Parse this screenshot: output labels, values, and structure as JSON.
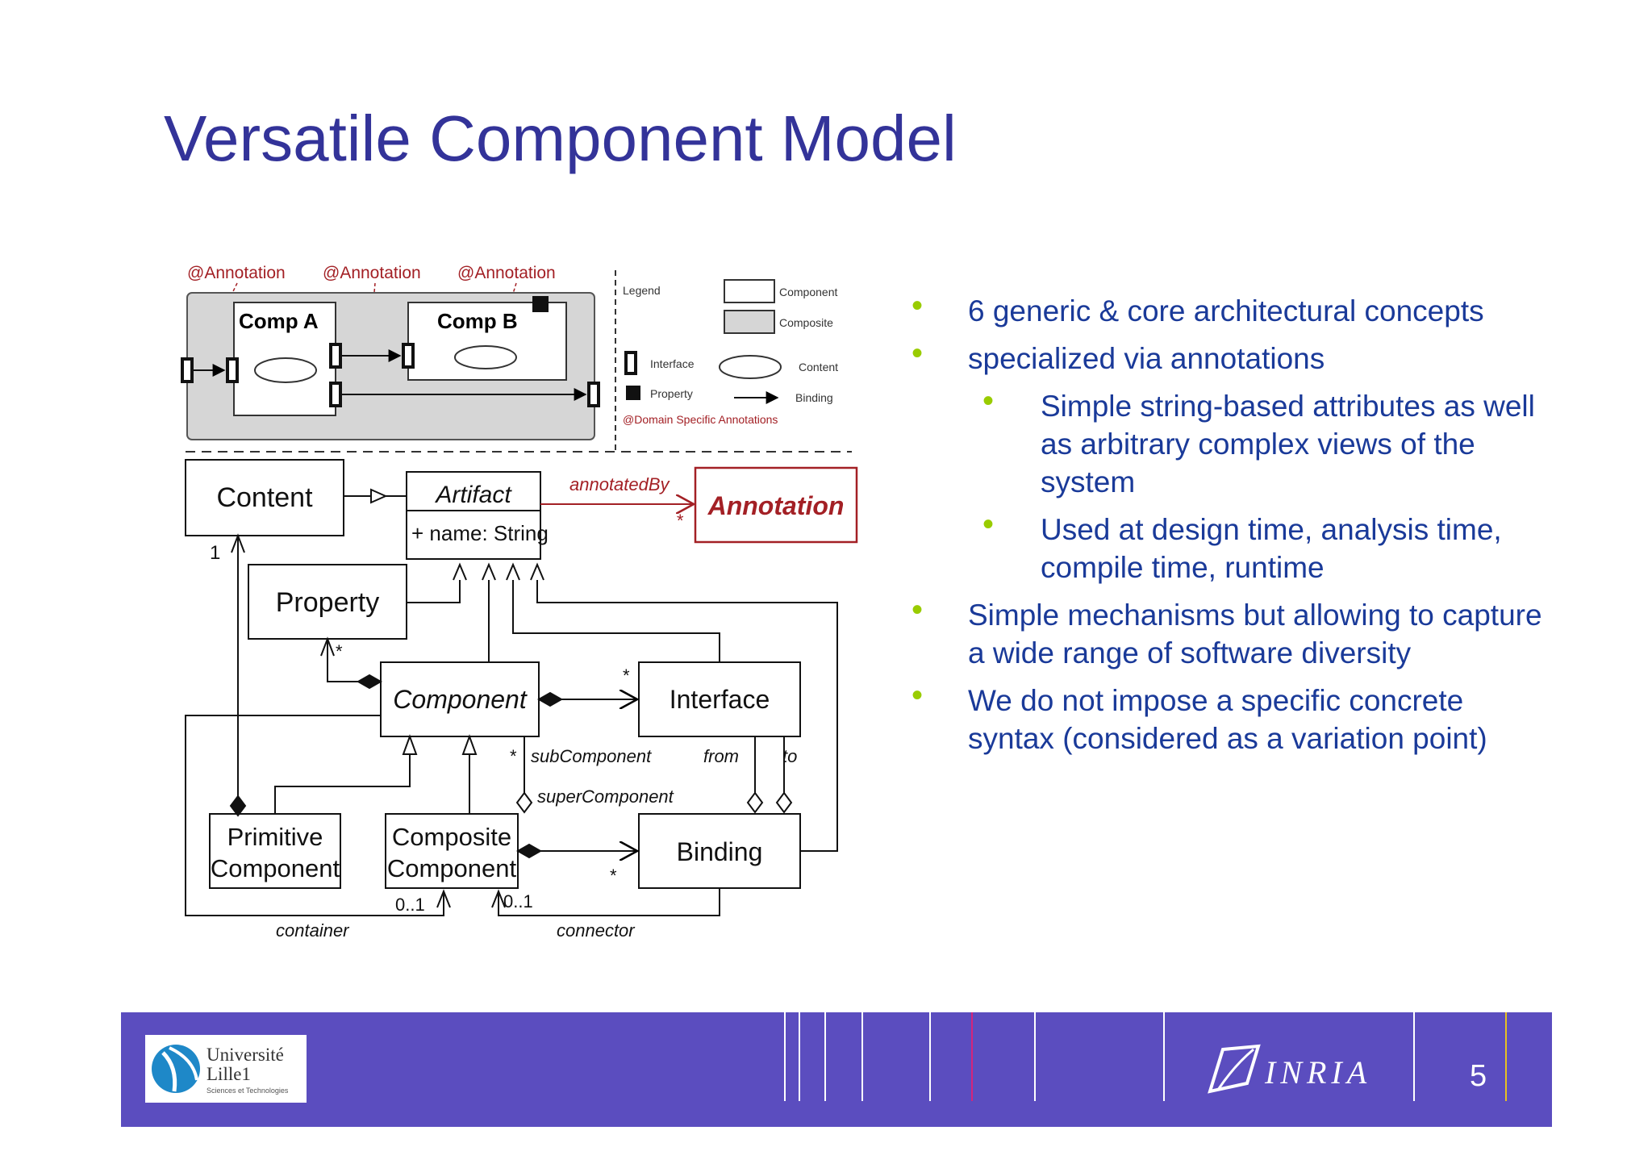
{
  "slide": {
    "title": "Versatile Component Model",
    "page_number": "5"
  },
  "bullets": [
    {
      "level": 1,
      "text": "6 generic & core architectural concepts"
    },
    {
      "level": 1,
      "text": "specialized via annotations"
    },
    {
      "level": 2,
      "text": "Simple string-based attributes as well as arbitrary complex views of the system"
    },
    {
      "level": 2,
      "text": "Used at design time, analysis time, compile time, runtime"
    },
    {
      "level": 1,
      "text": "Simple mechanisms but allowing to capture a wide range of software diversity"
    },
    {
      "level": 1,
      "text": "We do not impose a specific concrete syntax (considered as a variation point)"
    }
  ],
  "diagram": {
    "annotation_labels": [
      "@Annotation",
      "@Annotation",
      "@Annotation"
    ],
    "comp_a": "Comp A",
    "comp_b": "Comp B",
    "legend": {
      "title": "Legend",
      "component": "Component",
      "composite": "Composite",
      "interface": "Interface",
      "content": "Content",
      "property": "Property",
      "binding": "Binding",
      "domain": "@Domain Specific Annotations"
    },
    "classes": {
      "content": "Content",
      "artifact": "Artifact",
      "artifact_attr": "+ name: String",
      "annotation": "Annotation",
      "property": "Property",
      "component": "Component",
      "interface": "Interface",
      "primitive_1": "Primitive",
      "primitive_2": "Component",
      "composite_1": "Composite",
      "composite_2": "Component",
      "binding": "Binding"
    },
    "edge_labels": {
      "annotated_by": "annotatedBy",
      "star": "*",
      "one": "1",
      "sub_component": "subComponent",
      "super_component": "superComponent",
      "from": "from",
      "to": "to",
      "container": "container",
      "connector": "connector",
      "zero_one": "0..1"
    }
  },
  "footer": {
    "university_1": "Université",
    "university_2": "Lille1",
    "university_3": "Sciences et Technologies",
    "inria": "INRIA"
  },
  "colors": {
    "title": "#333399",
    "bullet_text": "#1a3a99",
    "bullet_dot": "#99cc00",
    "footer_bg": "#5b4dbf",
    "annotation_red": "#a32025"
  }
}
